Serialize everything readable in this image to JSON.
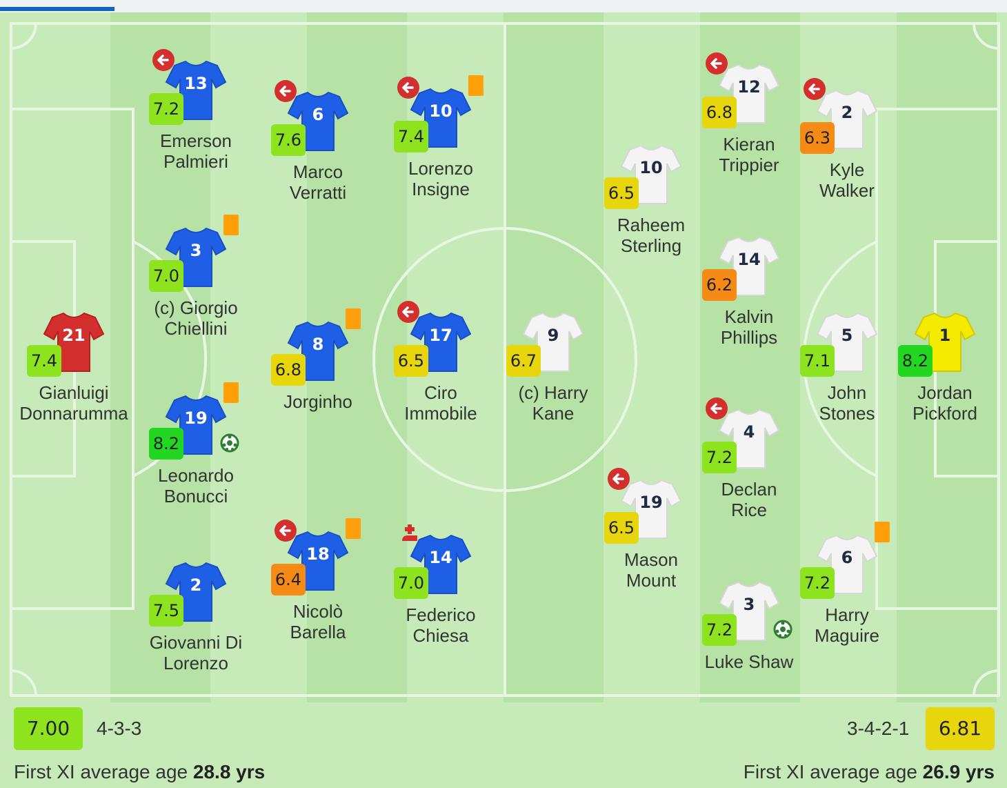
{
  "colors": {
    "italy_shirt": "#1e5fe6",
    "italy_keeper_shirt": "#d32f2f",
    "england_shirt": "#f4f4f4",
    "england_keeper_shirt": "#f4ea00",
    "rating_dark_green": "#22d622",
    "rating_green": "#8de31d",
    "rating_yellow": "#e8d60c",
    "rating_orange": "#f58a14"
  },
  "teams": {
    "home": {
      "rating": "7.00",
      "formation": "4-3-3",
      "age_label": "First XI average age",
      "age_value": "28.8 yrs"
    },
    "away": {
      "rating": "6.81",
      "formation": "3-4-2-1",
      "age_label": "First XI average age",
      "age_value": "26.9 yrs"
    }
  },
  "players": [
    {
      "id": "donnarumma",
      "number": "21",
      "rating": "7.4",
      "rating_color": "green",
      "kit": "italy-keeper",
      "name_line1": "Gianluigi",
      "name_line2": "Donnarumma",
      "sub": false,
      "yellow": false,
      "goal": false
    },
    {
      "id": "emerson",
      "number": "13",
      "rating": "7.2",
      "rating_color": "green",
      "kit": "italy",
      "name_line1": "Emerson",
      "name_line2": "Palmieri",
      "sub": true,
      "yellow": false,
      "goal": false
    },
    {
      "id": "chiellini",
      "number": "3",
      "rating": "7.0",
      "rating_color": "green",
      "kit": "italy",
      "name_line1": "(c) Giorgio",
      "name_line2": "Chiellini",
      "sub": false,
      "yellow": true,
      "goal": false
    },
    {
      "id": "bonucci",
      "number": "19",
      "rating": "8.2",
      "rating_color": "dark-green",
      "kit": "italy",
      "name_line1": "Leonardo",
      "name_line2": "Bonucci",
      "sub": false,
      "yellow": true,
      "goal": true
    },
    {
      "id": "dilorenzo",
      "number": "2",
      "rating": "7.5",
      "rating_color": "green",
      "kit": "italy",
      "name_line1": "Giovanni Di",
      "name_line2": "Lorenzo",
      "sub": false,
      "yellow": false,
      "goal": false
    },
    {
      "id": "verratti",
      "number": "6",
      "rating": "7.6",
      "rating_color": "green",
      "kit": "italy",
      "name_line1": "Marco",
      "name_line2": "Verratti",
      "sub": true,
      "yellow": false,
      "goal": false
    },
    {
      "id": "jorginho",
      "number": "8",
      "rating": "6.8",
      "rating_color": "yellow",
      "kit": "italy",
      "name_line1": "Jorginho",
      "name_line2": "",
      "sub": false,
      "yellow": true,
      "goal": false
    },
    {
      "id": "barella",
      "number": "18",
      "rating": "6.4",
      "rating_color": "orange",
      "kit": "italy",
      "name_line1": "Nicolò",
      "name_line2": "Barella",
      "sub": true,
      "yellow": true,
      "goal": false
    },
    {
      "id": "insigne",
      "number": "10",
      "rating": "7.4",
      "rating_color": "green",
      "kit": "italy",
      "name_line1": "Lorenzo",
      "name_line2": "Insigne",
      "sub": true,
      "yellow": true,
      "goal": false
    },
    {
      "id": "immobile",
      "number": "17",
      "rating": "6.5",
      "rating_color": "yellow",
      "kit": "italy",
      "name_line1": "Ciro",
      "name_line2": "Immobile",
      "sub": true,
      "yellow": false,
      "goal": false
    },
    {
      "id": "chiesa",
      "number": "14",
      "rating": "7.0",
      "rating_color": "green",
      "kit": "italy",
      "name_line1": "Federico",
      "name_line2": "Chiesa",
      "sub": false,
      "injury": true,
      "yellow": false,
      "goal": false
    },
    {
      "id": "kane",
      "number": "9",
      "rating": "6.7",
      "rating_color": "yellow",
      "kit": "england",
      "name_line1": "(c) Harry",
      "name_line2": "Kane",
      "sub": false,
      "yellow": false,
      "goal": false
    },
    {
      "id": "sterling",
      "number": "10",
      "rating": "6.5",
      "rating_color": "yellow",
      "kit": "england",
      "name_line1": "Raheem",
      "name_line2": "Sterling",
      "sub": false,
      "yellow": false,
      "goal": false
    },
    {
      "id": "mount",
      "number": "19",
      "rating": "6.5",
      "rating_color": "yellow",
      "kit": "england",
      "name_line1": "Mason",
      "name_line2": "Mount",
      "sub": true,
      "yellow": false,
      "goal": false
    },
    {
      "id": "trippier",
      "number": "12",
      "rating": "6.8",
      "rating_color": "yellow",
      "kit": "england",
      "name_line1": "Kieran",
      "name_line2": "Trippier",
      "sub": true,
      "yellow": false,
      "goal": false
    },
    {
      "id": "phillips",
      "number": "14",
      "rating": "6.2",
      "rating_color": "orange",
      "kit": "england",
      "name_line1": "Kalvin",
      "name_line2": "Phillips",
      "sub": false,
      "yellow": false,
      "goal": false
    },
    {
      "id": "rice",
      "number": "4",
      "rating": "7.2",
      "rating_color": "green",
      "kit": "england",
      "name_line1": "Declan",
      "name_line2": "Rice",
      "sub": true,
      "yellow": false,
      "goal": false
    },
    {
      "id": "shaw",
      "number": "3",
      "rating": "7.2",
      "rating_color": "green",
      "kit": "england",
      "name_line1": "Luke Shaw",
      "name_line2": "",
      "sub": false,
      "yellow": false,
      "goal": true
    },
    {
      "id": "walker",
      "number": "2",
      "rating": "6.3",
      "rating_color": "orange",
      "kit": "england",
      "name_line1": "Kyle",
      "name_line2": "Walker",
      "sub": true,
      "yellow": false,
      "goal": false
    },
    {
      "id": "stones",
      "number": "5",
      "rating": "7.1",
      "rating_color": "green",
      "kit": "england",
      "name_line1": "John",
      "name_line2": "Stones",
      "sub": false,
      "yellow": false,
      "goal": false
    },
    {
      "id": "maguire",
      "number": "6",
      "rating": "7.2",
      "rating_color": "green",
      "kit": "england",
      "name_line1": "Harry",
      "name_line2": "Maguire",
      "sub": false,
      "yellow": true,
      "goal": false
    },
    {
      "id": "pickford",
      "number": "1",
      "rating": "8.2",
      "rating_color": "dark-green",
      "kit": "england-keeper",
      "name_line1": "Jordan",
      "name_line2": "Pickford",
      "sub": false,
      "yellow": false,
      "goal": false
    }
  ]
}
